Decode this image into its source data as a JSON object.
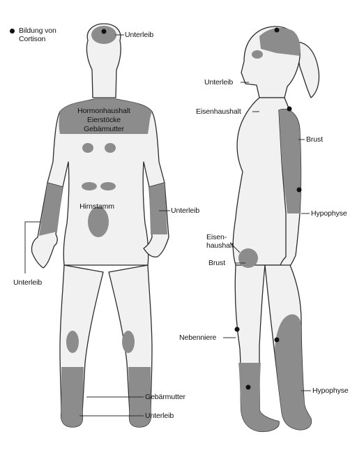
{
  "legend": {
    "marker": "dot",
    "text_line1": "Bildung von",
    "text_line2": "Cortison"
  },
  "colors": {
    "background": "#ffffff",
    "body_fill": "#f1f1f1",
    "zone_fill": "#8c8c8c",
    "outline": "#2b2b2b",
    "label": "#111111"
  },
  "labels": {
    "back_head": "Unterleib",
    "back_shoulders_1": "Hormonhaushalt",
    "back_shoulders_2": "Eierstöcke",
    "back_shoulders_3": "Gebärmutter",
    "back_hip": "Hirnstamm",
    "back_forearm_right": "Unterleib",
    "back_forearm_left": "Unterleib",
    "back_shin": "Gebärmutter",
    "back_heel": "Unterleib",
    "side_face": "Unterleib",
    "side_neck": "Eisenhaushalt",
    "side_arm": "Brust",
    "side_forearm": "Hypophyse",
    "side_buttock_1": "Eisen-",
    "side_buttock_2": "haushalt",
    "side_thigh": "Brust",
    "side_knee": "Nebenniere",
    "side_shin": "Hypophyse"
  }
}
